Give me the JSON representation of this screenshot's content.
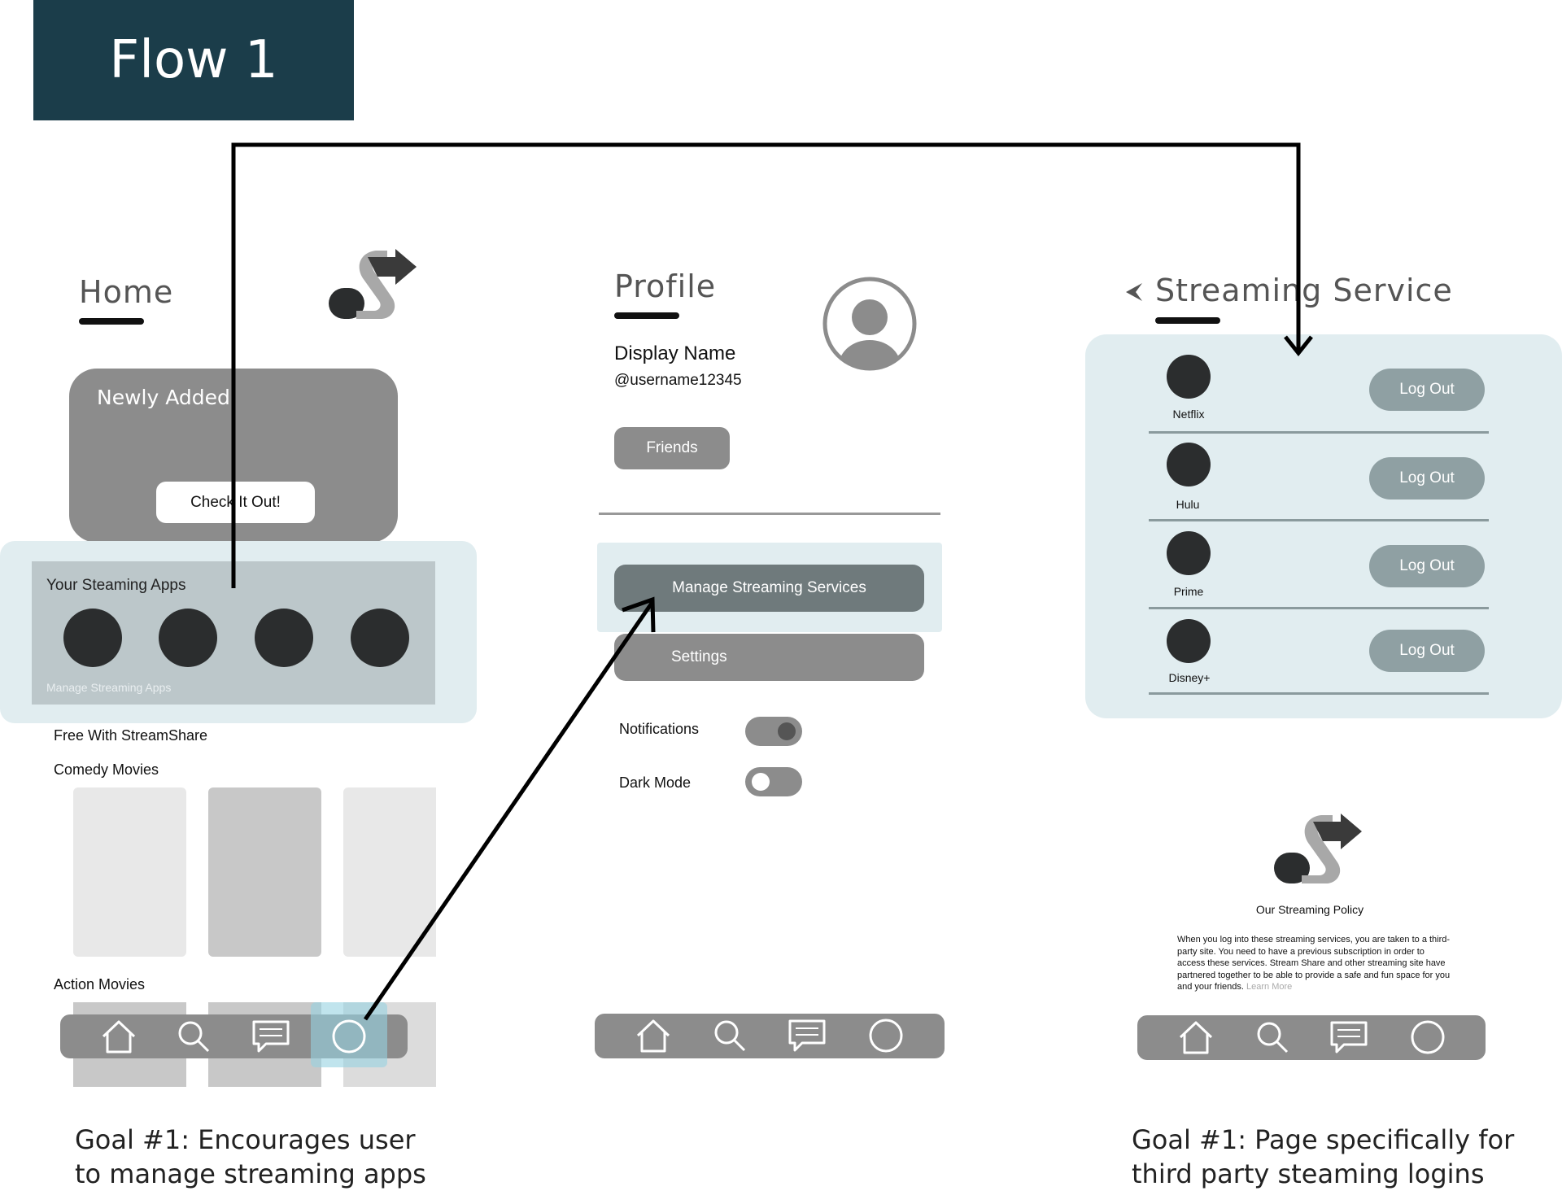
{
  "flow_title": "Flow 1",
  "home": {
    "title": "Home",
    "newly_added": {
      "title": "Newly Added",
      "button": "Check It Out!"
    },
    "streaming_apps": {
      "title": "Your Steaming Apps",
      "link": "Manage Streaming Apps"
    },
    "free_label": "Free With StreamShare",
    "comedy_label": "Comedy Movies",
    "action_label": "Action Movies"
  },
  "profile": {
    "title": "Profile",
    "display_name": "Display Name",
    "username": "@username12345",
    "friends_button": "Friends",
    "manage_button": "Manage Streaming Services",
    "settings_button": "Settings",
    "notifications_label": "Notifications",
    "notifications_on": true,
    "dark_mode_label": "Dark Mode",
    "dark_mode_on": false
  },
  "streaming": {
    "title": "Streaming Service",
    "services": [
      {
        "name": "Netflix",
        "action": "Log Out"
      },
      {
        "name": "Hulu",
        "action": "Log Out"
      },
      {
        "name": "Prime",
        "action": "Log Out"
      },
      {
        "name": "Disney+",
        "action": "Log Out"
      }
    ],
    "policy_title": "Our Streaming Policy",
    "policy_text": "When you log into these streaming services, you are taken to a third-party site. You need to have a previous subscription in order to access these services. Stream Share and other streaming site have partnered together to be able to provide a safe and fun space for you and your friends.",
    "learn_more": "Learn More"
  },
  "goals": {
    "left": [
      "Goal #1: Encourages user",
      "to manage streaming apps"
    ],
    "right": [
      "Goal #1: Page specifically for",
      "third party steaming logins"
    ]
  },
  "colors": {
    "title_bg": "#1b3d4a",
    "highlight": "#e1edf0",
    "card_gray": "#8c8c8c",
    "dark_circle": "#2b2d2e"
  },
  "icons": {
    "logo": "streamshare-s-arrow-logo",
    "tabs": [
      "home-icon",
      "search-icon",
      "chat-icon",
      "profile-icon"
    ],
    "back": "chevron-left-icon",
    "avatar": "user-avatar-icon"
  }
}
